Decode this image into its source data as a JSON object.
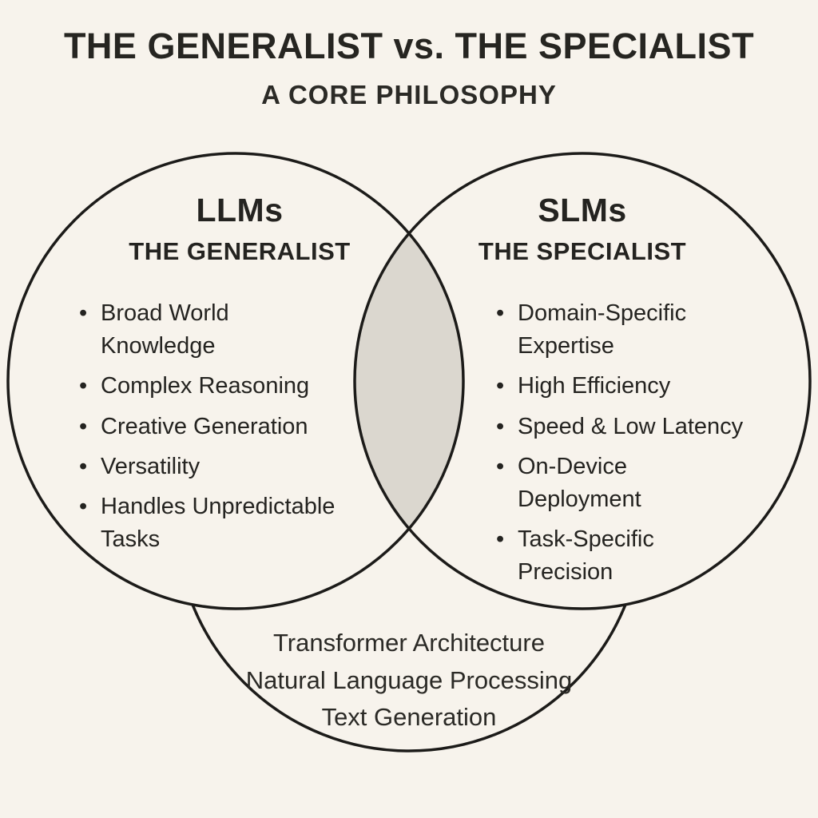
{
  "title": "THE GENERALIST vs. THE SPECIALIST",
  "subtitle": "A CORE PHILOSOPHY",
  "colors": {
    "background": "#f7f3ec",
    "circle_stroke": "#1c1b19",
    "overlap_fill": "#dbd7cf",
    "text": "#242320"
  },
  "venn": {
    "left": {
      "name": "LLMs",
      "role": "THE GENERALIST",
      "items": [
        "Broad World\nKnowledge",
        "Complex Reasoning",
        "Creative Generation",
        "Versatility",
        "Handles Unpredictable\nTasks"
      ]
    },
    "right": {
      "name": "SLMs",
      "role": "THE SPECIALIST",
      "items": [
        "Domain-Specific\nExpertise",
        "High Efficiency",
        "Speed & Low Latency",
        "On-Device\nDeployment",
        "Task-Specific\nPrecision"
      ]
    },
    "shared": {
      "items": [
        "Transformer Architecture",
        "Natural Language Processing",
        "Text Generation"
      ]
    }
  }
}
